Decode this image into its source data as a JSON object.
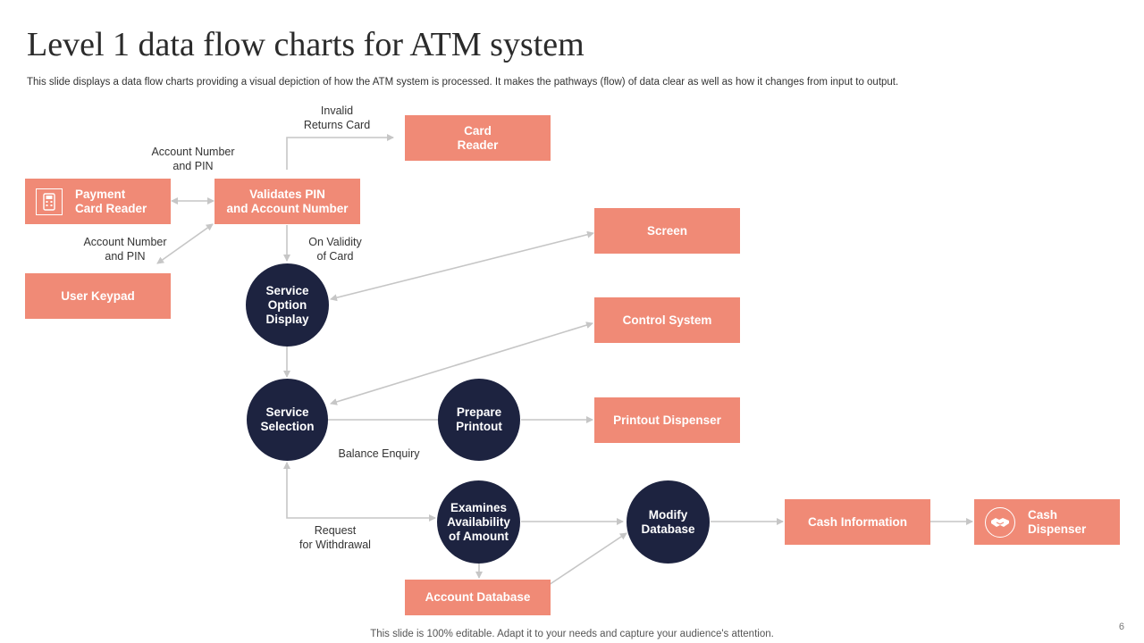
{
  "title": "Level 1 data flow charts for ATM system",
  "subtitle": "This slide displays a data flow charts providing a visual depiction of how the ATM  system is processed. It makes the pathways (flow) of data clear as well as how it changes from input to output.",
  "boxes": {
    "card_reader": "Card\nReader",
    "payment_card_reader": "Payment\nCard Reader",
    "validates_pin": "Validates PIN\nand Account Number",
    "user_keypad": "User Keypad",
    "screen": "Screen",
    "control_system": "Control System",
    "printout_dispenser": "Printout Dispenser",
    "cash_information": "Cash Information",
    "cash_dispenser": "Cash\nDispenser",
    "account_database": "Account Database"
  },
  "circles": {
    "service_option_display": "Service\nOption\nDisplay",
    "service_selection": "Service\nSelection",
    "prepare_printout": "Prepare\nPrintout",
    "examines_availability": "Examines\nAvailability\nof Amount",
    "modify_database": "Modify\nDatabase"
  },
  "labels": {
    "invalid_returns_card": "Invalid\nReturns Card",
    "account_number_pin_top": "Account Number\nand PIN",
    "account_number_pin_bottom": "Account Number\nand PIN",
    "on_validity_of_card": "On Validity\nof Card",
    "balance_enquiry": "Balance Enquiry",
    "request_for_withdrawal": "Request\nfor Withdrawal"
  },
  "colors": {
    "box_fill": "#f08a76",
    "circle_fill": "#1d2340",
    "arrow": "#c6c6c6"
  },
  "icons": {
    "payment_card_reader": "card-reader-icon",
    "cash_dispenser": "handshake-icon"
  },
  "footer": "This slide is 100% editable. Adapt it to your needs and capture your audience's attention.",
  "page_number": "6"
}
